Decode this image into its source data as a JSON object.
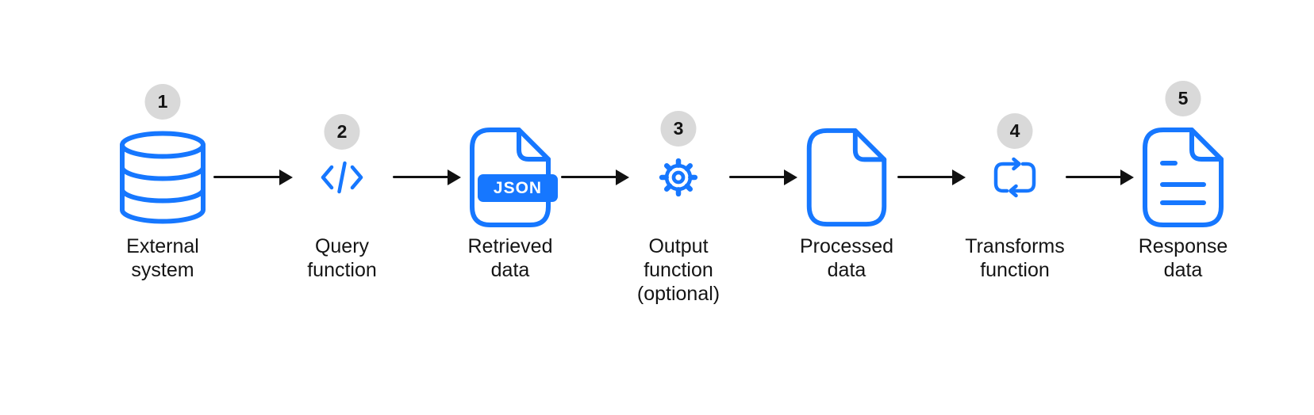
{
  "colors": {
    "accent": "#1677FF",
    "badge_bg": "#D9D9D9",
    "text": "#141414",
    "arrow": "#111111",
    "json_chip_text": "#FFFFFF"
  },
  "diagram": {
    "nodes": [
      {
        "step": "1",
        "icon": "database-icon",
        "label": "External\nsystem"
      },
      {
        "step": "2",
        "icon": "code-icon",
        "label": "Query\nfunction"
      },
      {
        "icon": "json-file-icon",
        "file_badge": "JSON",
        "label": "Retrieved\ndata"
      },
      {
        "step": "3",
        "icon": "gear-icon",
        "label": "Output\nfunction\n(optional)"
      },
      {
        "icon": "file-icon",
        "label": "Processed\ndata"
      },
      {
        "step": "4",
        "icon": "loop-icon",
        "label": "Transforms\nfunction"
      },
      {
        "step": "5",
        "icon": "document-icon",
        "label": "Response\ndata"
      }
    ]
  }
}
